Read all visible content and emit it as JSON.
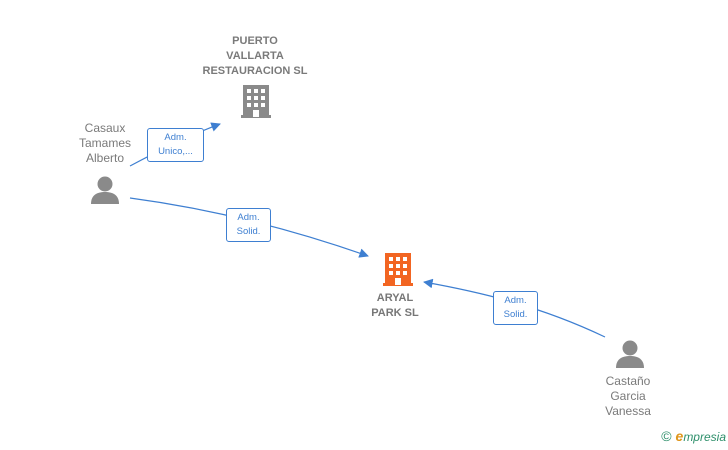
{
  "nodes": {
    "puerto": {
      "label": "PUERTO\nVALLARTA\nRESTAURACION SL",
      "type": "company",
      "color": "#8a8a8a"
    },
    "aryal": {
      "label": "ARYAL\nPARK  SL",
      "type": "company",
      "color": "#f26522"
    },
    "casaux": {
      "label": "Casaux\nTamames\nAlberto",
      "type": "person",
      "color": "#8a8a8a"
    },
    "castano": {
      "label": "Castaño\nGarcia\nVanessa",
      "type": "person",
      "color": "#8a8a8a"
    }
  },
  "edges": [
    {
      "from": "casaux",
      "to": "puerto",
      "label": "Adm.\nUnico,..."
    },
    {
      "from": "casaux",
      "to": "aryal",
      "label": "Adm.\nSolid."
    },
    {
      "from": "castano",
      "to": "aryal",
      "label": "Adm.\nSolid."
    }
  ],
  "colors": {
    "edge": "#3e7fd1",
    "highlight": "#f26522",
    "neutral": "#8a8a8a"
  },
  "brand": {
    "copyright": "©",
    "initial": "e",
    "rest": "mpresia"
  }
}
